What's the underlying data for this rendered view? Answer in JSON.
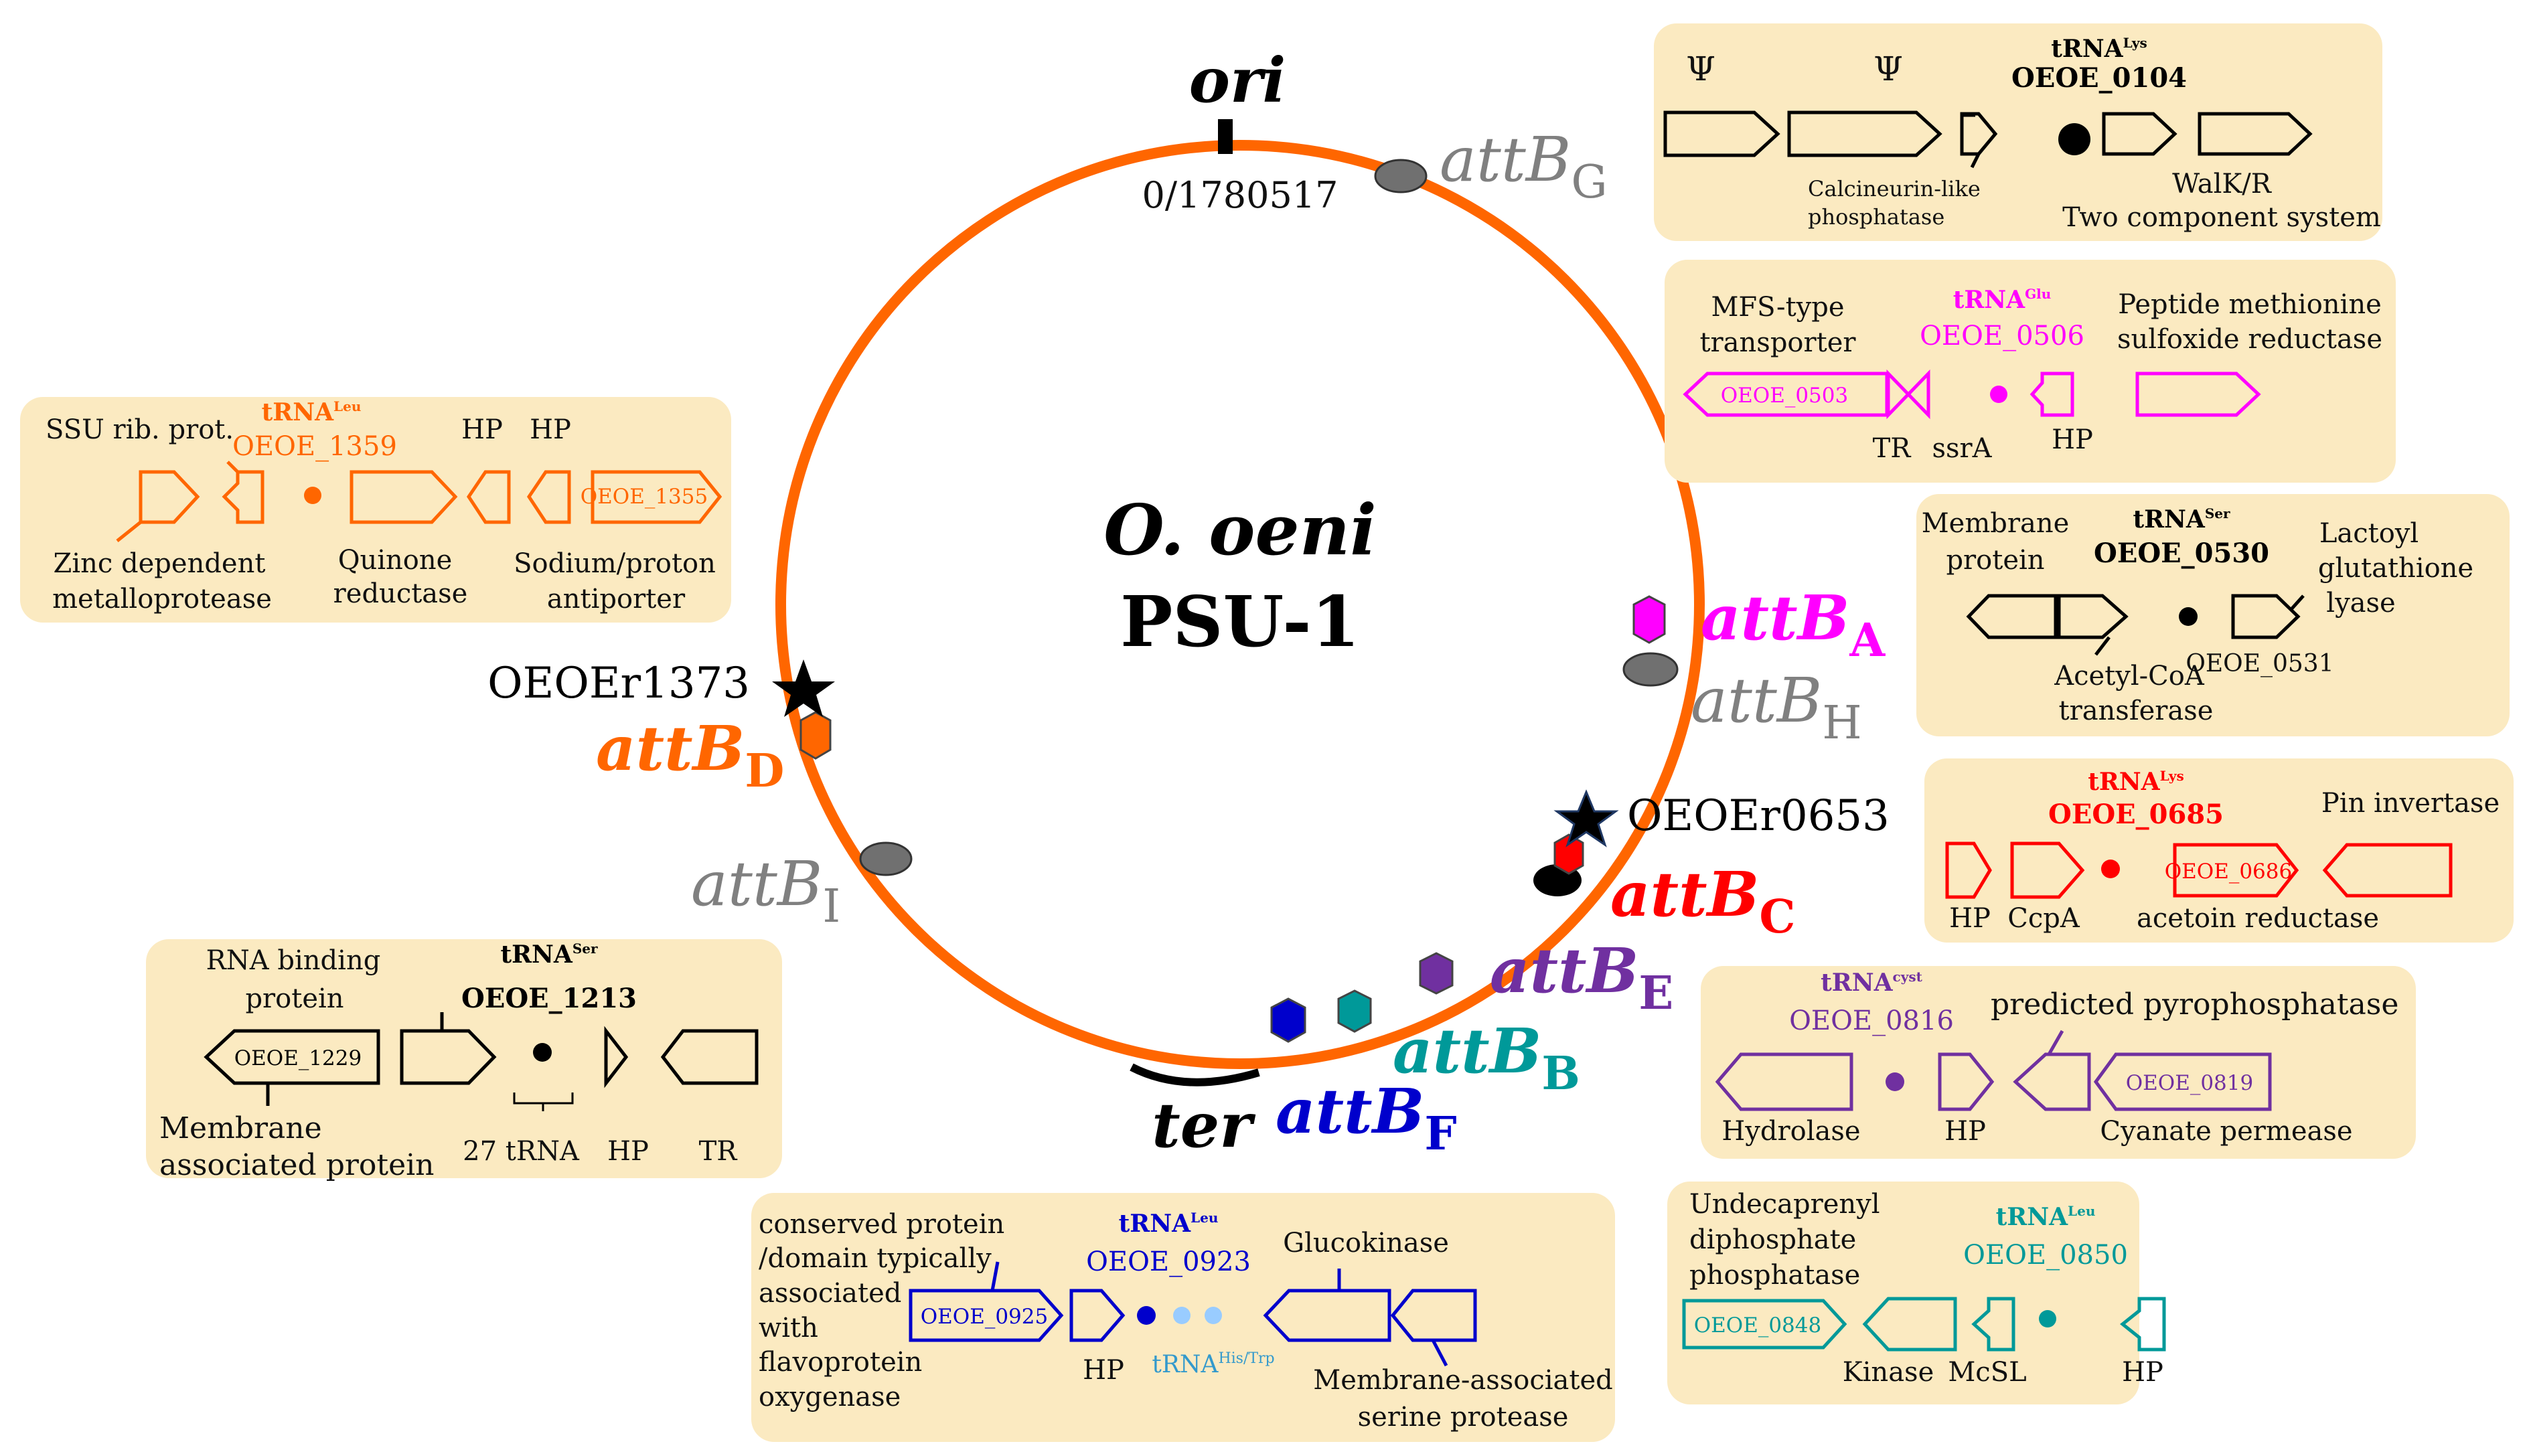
{
  "genome": {
    "title_line1": "O. oeni",
    "title_line2": "PSU-1",
    "ori": "ori",
    "ori_coord": "0/1780517",
    "ter": "ter",
    "oeoer1373": "OEOEr1373",
    "oeoer0653": "OEOEr0653"
  },
  "att_sites": {
    "A": {
      "base": "attB",
      "sub": "A",
      "color": "#ff00ff"
    },
    "B": {
      "base": "attB",
      "sub": "B",
      "color": "#009999"
    },
    "C": {
      "base": "attB",
      "sub": "C",
      "color": "#ff0000"
    },
    "D": {
      "base": "attB",
      "sub": "D",
      "color": "#ff6600"
    },
    "E": {
      "base": "attB",
      "sub": "E",
      "color": "#7030a0"
    },
    "F": {
      "base": "attB",
      "sub": "F",
      "color": "#0000cc"
    },
    "G": {
      "base": "attB",
      "sub": "G",
      "color": "#808080"
    },
    "H": {
      "base": "attB",
      "sub": "H",
      "color": "#808080"
    },
    "I": {
      "base": "attB",
      "sub": "I",
      "color": "#808080"
    }
  },
  "colors": {
    "circle": "#ff6600",
    "box": "#fbeac1",
    "lys": "#000000",
    "glu": "#ff00ff",
    "ser": "#000000",
    "lys2": "#ff0000",
    "cyst": "#7030a0",
    "leu_teal": "#009999",
    "leu_blue": "#0000cc",
    "leu_orange": "#ff6600",
    "ser2": "#000000",
    "light_blue": "#99ccff"
  },
  "panel_G": {
    "psi1": "Ψ",
    "psi2": "Ψ",
    "trna": "tRNA",
    "trna_sup": "Lys",
    "locus": "OEOE_0104",
    "calcineurin1": "Calcineurin-like",
    "calcineurin2": "phosphatase",
    "walk": "WalK/R",
    "two_comp": "Two component system"
  },
  "panel_A": {
    "mfs1": "MFS-type",
    "mfs2": "transporter",
    "trna": "tRNA",
    "trna_sup": "Glu",
    "locus": "OEOE_0506",
    "peptide1": "Peptide  methionine",
    "peptide2": "sulfoxide reductase",
    "gene_0503": "OEOE_0503",
    "tr": "TR",
    "ssra": "ssrA",
    "hp": "HP"
  },
  "panel_H": {
    "membrane1": "Membrane",
    "membrane2": "protein",
    "trna": "tRNA",
    "trna_sup": "Ser",
    "locus": "OEOE_0530",
    "lactoyl1": "Lactoyl",
    "lactoyl2": "glutathione",
    "lactoyl3": "lyase",
    "acetyl1": "Acetyl-CoA",
    "acetyl2": "transferase",
    "gene_0531": "OEOE_0531"
  },
  "panel_C": {
    "trna": "tRNA",
    "trna_sup": "Lys",
    "locus": "OEOE_0685",
    "pin": "Pin invertase",
    "gene_0686": "OEOE_0686",
    "hp": "HP",
    "ccpa": "CcpA",
    "acetoin": "acetoin reductase"
  },
  "panel_E": {
    "trna": "tRNA",
    "trna_sup": "cyst",
    "locus": "OEOE_0816",
    "pyro": "predicted  pyrophosphatase",
    "gene_0819": "OEOE_0819",
    "hydrolase": "Hydrolase",
    "hp": "HP",
    "cyanate": "Cyanate permease"
  },
  "panel_B": {
    "undec1": "Undecaprenyl",
    "undec2": "diphosphate",
    "undec3": "phosphatase",
    "trna": "tRNA",
    "trna_sup": "Leu",
    "locus": "OEOE_0850",
    "gene_0848": "OEOE_0848",
    "kinase": "Kinase",
    "mcsl": "McSL",
    "hp": "HP"
  },
  "panel_F": {
    "cons1": "conserved protein",
    "cons2": "/domain typically",
    "cons3": "associated",
    "cons4": "with",
    "cons5": "flavoprotein",
    "cons6": "oxygenase",
    "trna": "tRNA",
    "trna_sup": "Leu",
    "locus": "OEOE_0923",
    "glucokinase": "Glucokinase",
    "gene_0925": "OEOE_0925",
    "hp": "HP",
    "trna2": "tRNA",
    "trna2_sup": "His/Trp",
    "memb1": "Membrane-associated",
    "memb2": "serine protease"
  },
  "panel_D": {
    "ssu": "SSU rib.  prot.",
    "trna": "tRNA",
    "trna_sup": "Leu",
    "locus": "OEOE_1359",
    "hp1": "HP",
    "hp2": "HP",
    "zinc1": "Zinc dependent",
    "zinc2": "metalloprotease",
    "quinone1": "Quinone",
    "quinone2": "reductase",
    "sodium1": "Sodium/proton",
    "sodium2": "antiporter",
    "gene_1355": "OEOE_1355"
  },
  "panel_I": {
    "rna1": "RNA binding",
    "rna2": "protein",
    "trna": "tRNA",
    "trna_sup": "Ser",
    "locus": "OEOE_1213",
    "gene_1229": "OEOE_1229",
    "memb1": "Membrane",
    "memb2": "associated protein",
    "t27": "27 tRNA",
    "hp": "HP",
    "tr": "TR"
  }
}
